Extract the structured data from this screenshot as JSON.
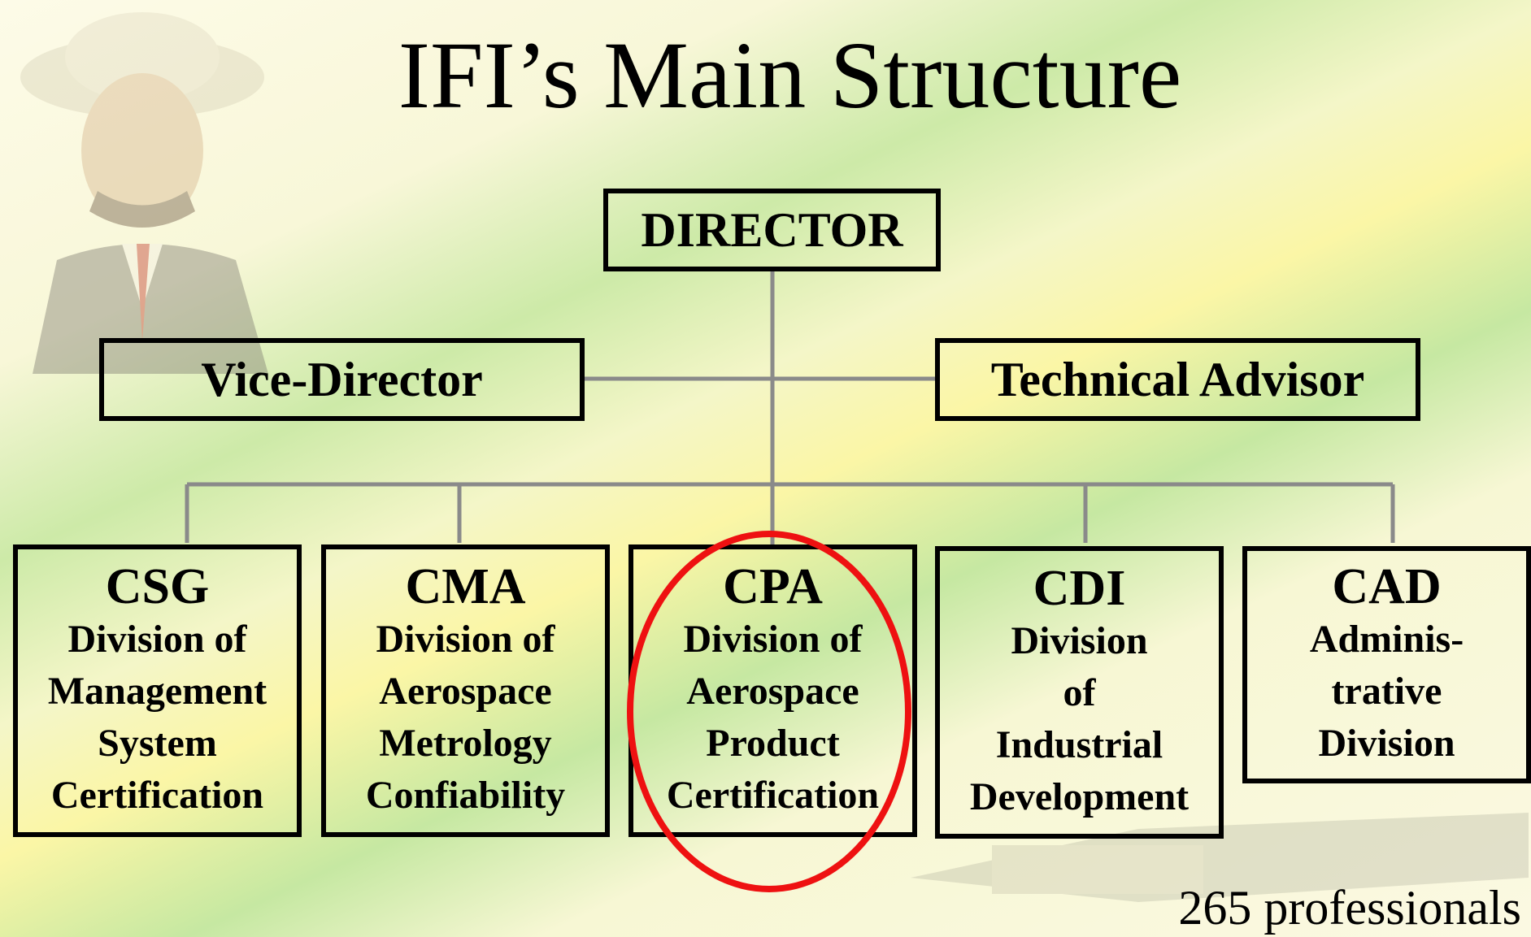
{
  "title": "IFI’s Main Structure",
  "director": "DIRECTOR",
  "vice_director": "Vice-Director",
  "technical_advisor": "Technical Advisor",
  "divisions": [
    {
      "code": "CSG",
      "desc": "Division of\nManagement\nSystem\nCertification"
    },
    {
      "code": "CMA",
      "desc": "Division of\nAerospace\nMetrology\nConfiability"
    },
    {
      "code": "CPA",
      "desc": "Division of\nAerospace\nProduct\nCertification"
    },
    {
      "code": "CDI",
      "desc": "Division\nof\nIndustrial\nDevelopment"
    },
    {
      "code": "CAD",
      "desc": "Adminis-\ntrative\nDivision"
    }
  ],
  "footer": "265 professionals",
  "colors": {
    "highlight": "#ee1111",
    "connector": "#8a8a8a",
    "border": "#000000"
  }
}
